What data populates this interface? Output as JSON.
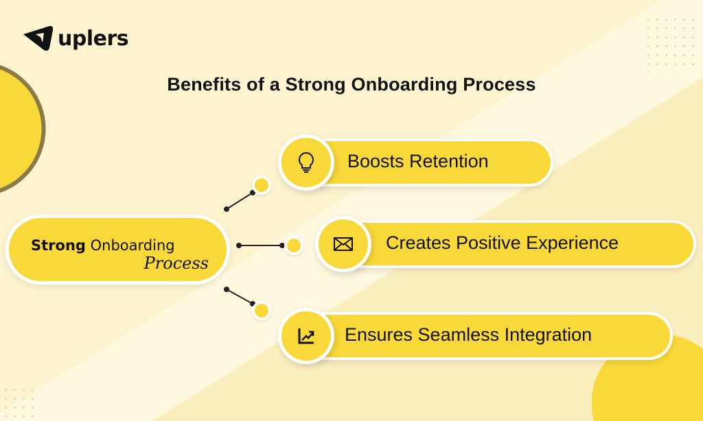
{
  "brand": {
    "name": "uplers"
  },
  "title": "Benefits of a Strong Onboarding Process",
  "center": {
    "bold": "Strong",
    "regular": "Onboarding",
    "script": "Process"
  },
  "benefits": [
    {
      "label": "Boosts Retention",
      "icon": "lightbulb-icon"
    },
    {
      "label": "Creates Positive Experience",
      "icon": "envelope-icon"
    },
    {
      "label": "Ensures Seamless Integration",
      "icon": "chart-growth-icon"
    }
  ],
  "colors": {
    "accent": "#f9d939",
    "background": "#fdf4cf",
    "text": "#111111"
  }
}
